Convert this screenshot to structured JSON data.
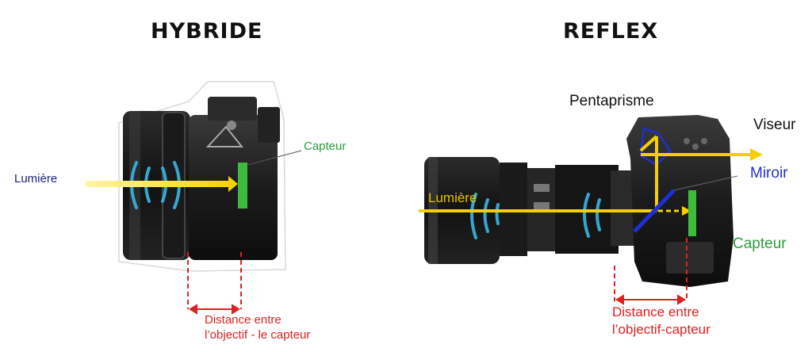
{
  "hybrid": {
    "title": "HYBRIDE",
    "light_label": "Lumière",
    "sensor_label": "Capteur",
    "distance_label_line1": "Distance entre",
    "distance_label_line2": "l’objectif - le capteur"
  },
  "reflex": {
    "title": "REFLEX",
    "pentaprism_label": "Pentaprisme",
    "viewfinder_label": "Viseur",
    "mirror_label": "Miroir",
    "light_label": "Lumière",
    "sensor_label": "Capteur",
    "distance_label_line1": "Distance entre",
    "distance_label_line2": "l’objectif-capteur"
  },
  "colors": {
    "light_arrow": "#f5d000",
    "light_label_left": "#1a237e",
    "sensor": "#3dbb3d",
    "sensor_label": "#2e9e3e",
    "distance": "#e02020",
    "mirror": "#1f2fd6",
    "waves": "#39b7e6"
  }
}
